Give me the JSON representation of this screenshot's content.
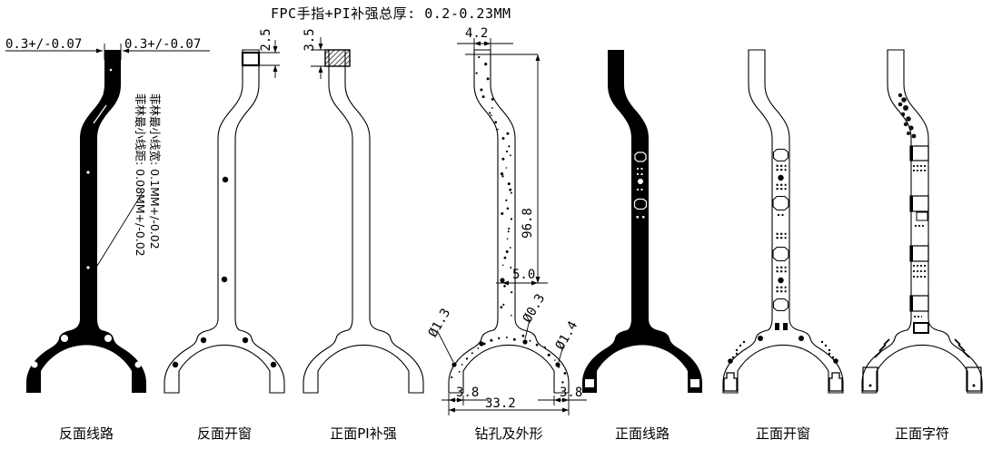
{
  "title": "FPC手指+PI补强总厚: 0.2-0.23MM",
  "film_note": {
    "line1": "菲林最小线宽: 0.1MM+/-0.02",
    "line2": "菲林最小线距: 0.08MM+/-0.02"
  },
  "figures": [
    {
      "caption": "反面线路"
    },
    {
      "caption": "反面开窗"
    },
    {
      "caption": "正面PI补强"
    },
    {
      "caption": "钻孔及外形"
    },
    {
      "caption": "正面线路"
    },
    {
      "caption": "正面开窗"
    },
    {
      "caption": "正面字符"
    }
  ],
  "dimensions": {
    "top_left_width": "0.3+/-0.07",
    "top_right_width": "0.3+/-0.07",
    "back_window_thickness": "2.5",
    "pi_stiffener_thickness": "3.5",
    "finger_width": "4.2",
    "body_height": "96.8",
    "pad_offset": "5.0",
    "hole_small": "Ø0.3",
    "hole_left": "Ø1.3",
    "hole_right": "Ø1.4",
    "foot_left": "3.8",
    "overall_width": "33.2",
    "foot_right": "3.8"
  }
}
